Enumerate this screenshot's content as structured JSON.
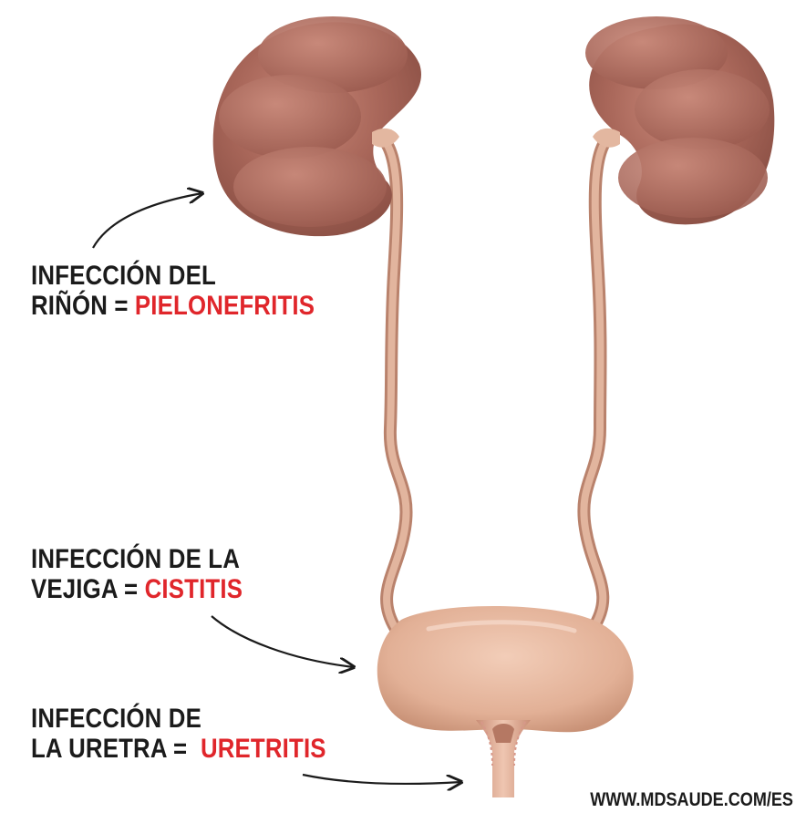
{
  "annotations": {
    "kidney": {
      "line1": "INFECCIÓN DEL",
      "line2_prefix": "RIÑÓN = ",
      "term": "PIELONEFRITIS"
    },
    "bladder": {
      "line1": "INFECCIÓN DE LA",
      "line2_prefix": "VEJIGA = ",
      "term": "CISTITIS"
    },
    "urethra": {
      "line1": "INFECCIÓN DE",
      "line2_prefix": "LA URETRA =  ",
      "term": "URETRITIS"
    }
  },
  "source": "WWW.MDSAUDE.COM/ES",
  "colors": {
    "label_text": "#1b1b1b",
    "term_highlight": "#e0262b",
    "kidney": "#a8685c",
    "ureter": "#d4a08a",
    "bladder": "#e6b8a0"
  }
}
